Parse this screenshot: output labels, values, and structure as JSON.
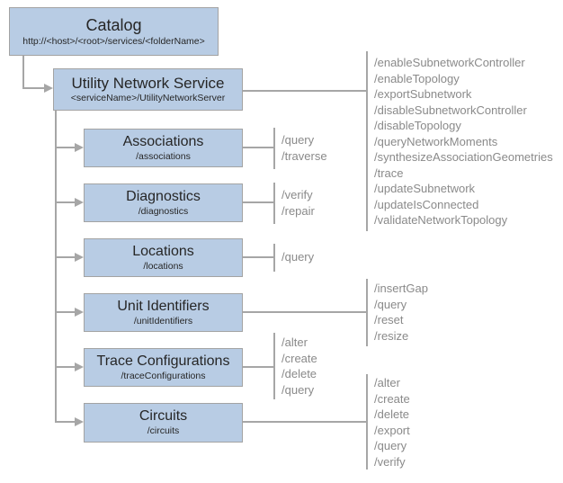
{
  "diagram": {
    "type": "tree-hierarchy",
    "colors": {
      "box_fill": "#b8cce4",
      "box_border": "#a3a3a3",
      "connector": "#a6a6a6",
      "node_text": "#262626",
      "operation_text": "#8a8a8a",
      "background": "#ffffff"
    },
    "catalog": {
      "title": "Catalog",
      "subtitle": "http://<host>/<root>/services/<folderName>"
    },
    "service": {
      "title": "Utility Network Service",
      "subtitle": "<serviceName>/UtilityNetworkServer",
      "operations": [
        "/enableSubnetworkController",
        "/enableTopology",
        "/exportSubnetwork",
        "/disableSubnetworkController",
        "/disableTopology",
        "/queryNetworkMoments",
        "/synthesizeAssociationGeometries",
        "/trace",
        "/updateSubnetwork",
        "/updateIsConnected",
        "/validateNetworkTopology"
      ]
    },
    "children": [
      {
        "title": "Associations",
        "subtitle": "/associations",
        "operations": [
          "/query",
          "/traverse"
        ]
      },
      {
        "title": "Diagnostics",
        "subtitle": "/diagnostics",
        "operations": [
          "/verify",
          "/repair"
        ]
      },
      {
        "title": "Locations",
        "subtitle": "/locations",
        "operations": [
          "/query"
        ]
      },
      {
        "title": "Unit Identifiers",
        "subtitle": "/unitIdentifiers",
        "operations": [
          "/insertGap",
          "/query",
          "/reset",
          "/resize"
        ]
      },
      {
        "title": "Trace Configurations",
        "subtitle": "/traceConfigurations",
        "operations": [
          "/alter",
          "/create",
          "/delete",
          "/query"
        ]
      },
      {
        "title": "Circuits",
        "subtitle": "/circuits",
        "operations": [
          "/alter",
          "/create",
          "/delete",
          "/export",
          "/query",
          "/verify"
        ]
      }
    ]
  }
}
